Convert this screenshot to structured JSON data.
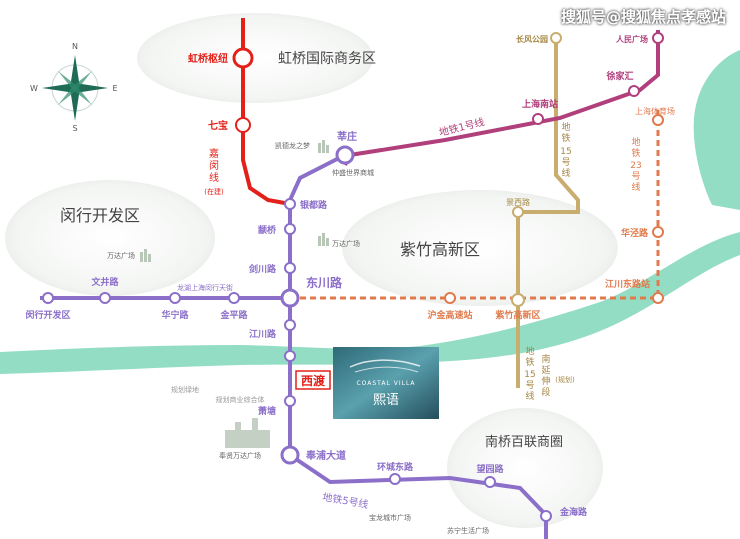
{
  "watermark": "搜狐号@搜狐焦点孝感站",
  "compass": {
    "n": "N",
    "s": "S",
    "e": "E",
    "w": "W"
  },
  "zones": {
    "hongqiao": "虹桥国际商务区",
    "minhang": "闵行开发区",
    "zizhu": "紫竹高新区",
    "nanqiao": "南桥百联商圈"
  },
  "lines": {
    "line1": "地铁1号线",
    "line5": "地铁5号线",
    "line15": "地铁15号线",
    "line23": "地铁23号线",
    "line23_note": "",
    "jiamin": "嘉闵线",
    "jiamin_note": "(在建)",
    "line15_south": "南延伸段",
    "line15_south_note": "(规划)"
  },
  "stations": {
    "hongqiao_hub": "虹桥枢纽",
    "qibao": "七宝",
    "xinzhuang": "莘庄",
    "yindu": "银都路",
    "zhuanqiao": "颛桥",
    "jianchuan": "剑川路",
    "dongchuan": "东川路",
    "jinping": "金平路",
    "huaning": "华宁路",
    "wenjing": "文井路",
    "minhang_dev": "闵行开发区",
    "jiangchuan": "江川路",
    "xidu": "西渡",
    "xiaotang": "萧塘",
    "fengpu": "奉浦大道",
    "huanchengdong": "环城东路",
    "wangyuan": "望园路",
    "jinhai": "金海路",
    "changfeng": "长风公园",
    "renmin": "人民广场",
    "xujiahui": "徐家汇",
    "shanghainan": "上海南站",
    "shanghaitiyuchang": "上海体育场",
    "huajing": "华泾路",
    "jiangchuandong": "江川东路站",
    "jingxi": "景西路",
    "hujin": "沪金高速站",
    "zizhu_st": "紫竹高新区"
  },
  "landmarks": {
    "kaidelong": "凯德龙之梦",
    "zhongsheng": "仲盛世界商城",
    "wanda": "万达广场",
    "wanda2": "万达广场",
    "longhu": "龙湖上海闵行天街",
    "bijia": "规划绿地",
    "guihua": "规划商业综合体",
    "fengxian_wanda": "奉贤万达广场",
    "baolong": "宝龙城市广场",
    "suning": "苏宁生活广场"
  },
  "project": {
    "name": "熙语",
    "en": "COASTAL VILLA"
  },
  "colors": {
    "line5": "#8b6fc9",
    "line1": "#b03f7c",
    "line15": "#c8ad6e",
    "line23": "#e07a4c",
    "jiamin": "#e32119",
    "river": "#7fd7b8",
    "zone": "#eef2ee"
  }
}
